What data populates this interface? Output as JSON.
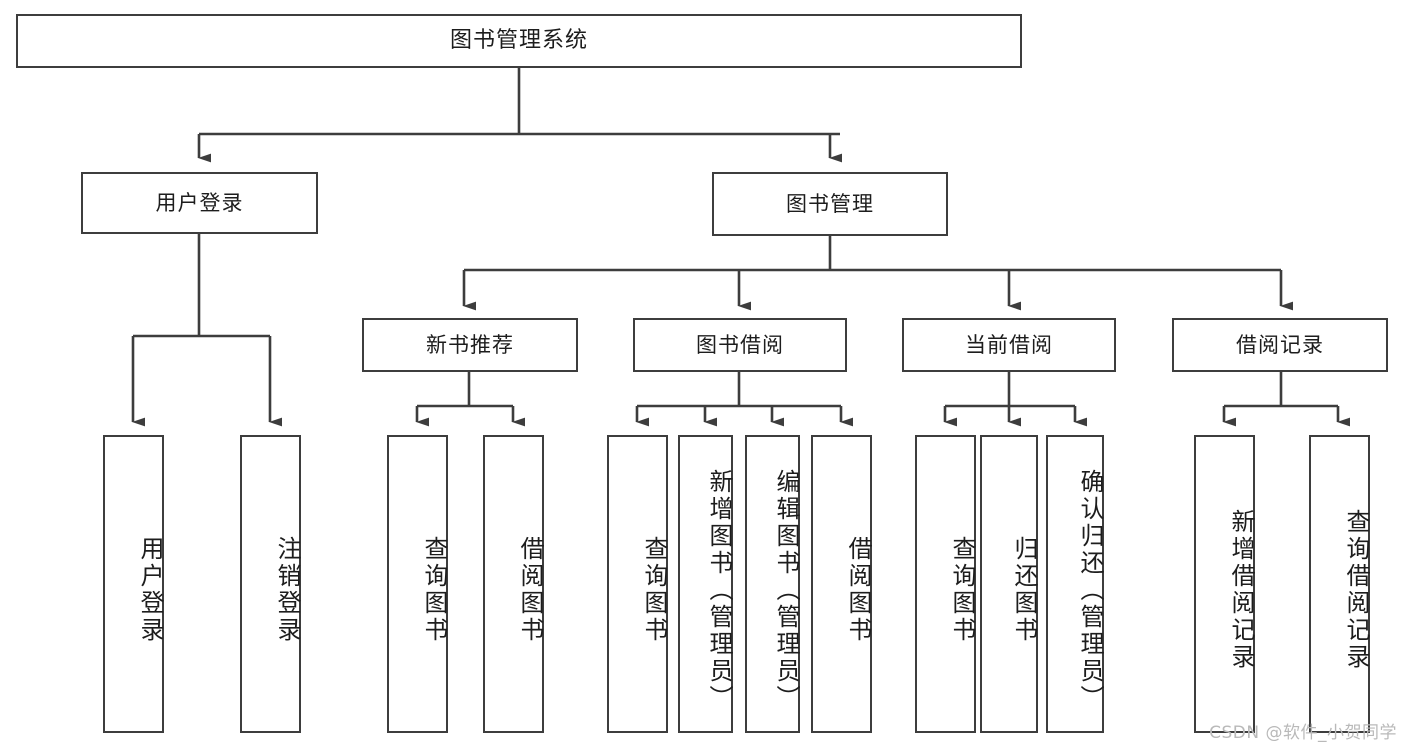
{
  "diagram": {
    "type": "tree",
    "title": "图书管理系统",
    "root": {
      "label": "图书管理系统"
    },
    "level2": [
      {
        "label": "用户登录"
      },
      {
        "label": "图书管理"
      }
    ],
    "level3": [
      {
        "label": "新书推荐"
      },
      {
        "label": "图书借阅"
      },
      {
        "label": "当前借阅"
      },
      {
        "label": "借阅记录"
      }
    ],
    "leaves": {
      "user_login": [
        {
          "label": "用户登录"
        },
        {
          "label": "注销登录"
        }
      ],
      "new_book_recommend": [
        {
          "label": "查询图书"
        },
        {
          "label": "借阅图书"
        }
      ],
      "book_borrow": [
        {
          "label": "查询图书"
        },
        {
          "label": "新增图书（管理员）"
        },
        {
          "label": "编辑图书（管理员）"
        },
        {
          "label": "借阅图书"
        }
      ],
      "current_borrow": [
        {
          "label": "查询图书"
        },
        {
          "label": "归还图书"
        },
        {
          "label": "确认归还（管理员）"
        }
      ],
      "borrow_record": [
        {
          "label": "新增借阅记录"
        },
        {
          "label": "查询借阅记录"
        }
      ]
    }
  },
  "watermark": {
    "text": "CSDN @软件_小贺同学"
  },
  "colors": {
    "stroke": "#3d3d3d",
    "fill": "#ffffff",
    "text": "#1d1d1d",
    "watermark": "#b9b9b9"
  }
}
